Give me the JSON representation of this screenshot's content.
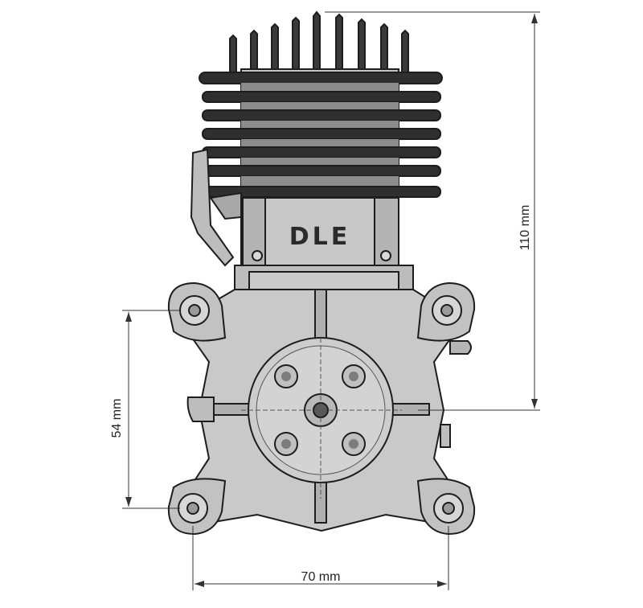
{
  "brand": {
    "logo": "DLE"
  },
  "dimensions": {
    "height": "110 mm",
    "bolt_spacing_vertical": "54 mm",
    "bolt_spacing_horizontal": "70 mm"
  },
  "colors": {
    "body_fill": "#c9c9c9",
    "body_light": "#d6d6d6",
    "body_dark": "#9a9a9a",
    "fin_dark": "#2a2a2a",
    "edge": "#1d1d1d",
    "background": "#ffffff"
  }
}
